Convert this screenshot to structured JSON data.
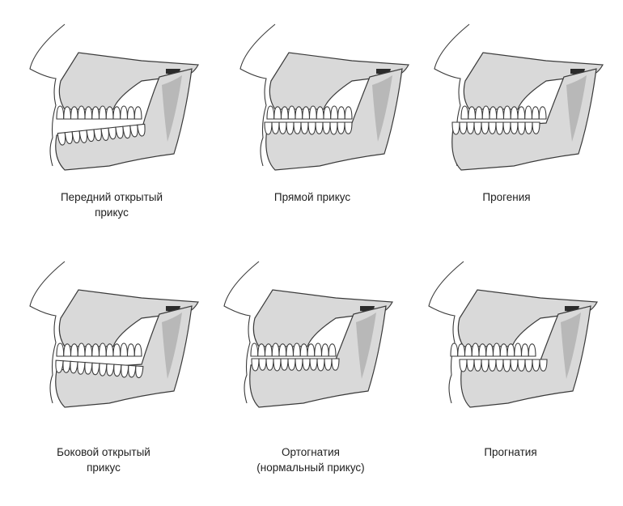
{
  "figures": [
    {
      "id": "anterior-open-bite",
      "caption_lines": [
        "Передний открытый",
        "прикус"
      ]
    },
    {
      "id": "edge-to-edge-bite",
      "caption_lines": [
        "Прямой прикус"
      ]
    },
    {
      "id": "progenia",
      "caption_lines": [
        "Прогения"
      ]
    },
    {
      "id": "lateral-open-bite",
      "caption_lines": [
        "Боковой открытый",
        "прикус"
      ]
    },
    {
      "id": "orthognathia",
      "caption_lines": [
        "Ортогнатия",
        "(нормальный прикус)"
      ]
    },
    {
      "id": "prognathia",
      "caption_lines": [
        "Прогнатия"
      ]
    }
  ],
  "colors": {
    "bone": "#d9d9d9",
    "bone_dark": "#b8b8b8",
    "outline": "#3a3a3a",
    "tooth": "#ffffff",
    "dark": "#2b2b2b"
  }
}
